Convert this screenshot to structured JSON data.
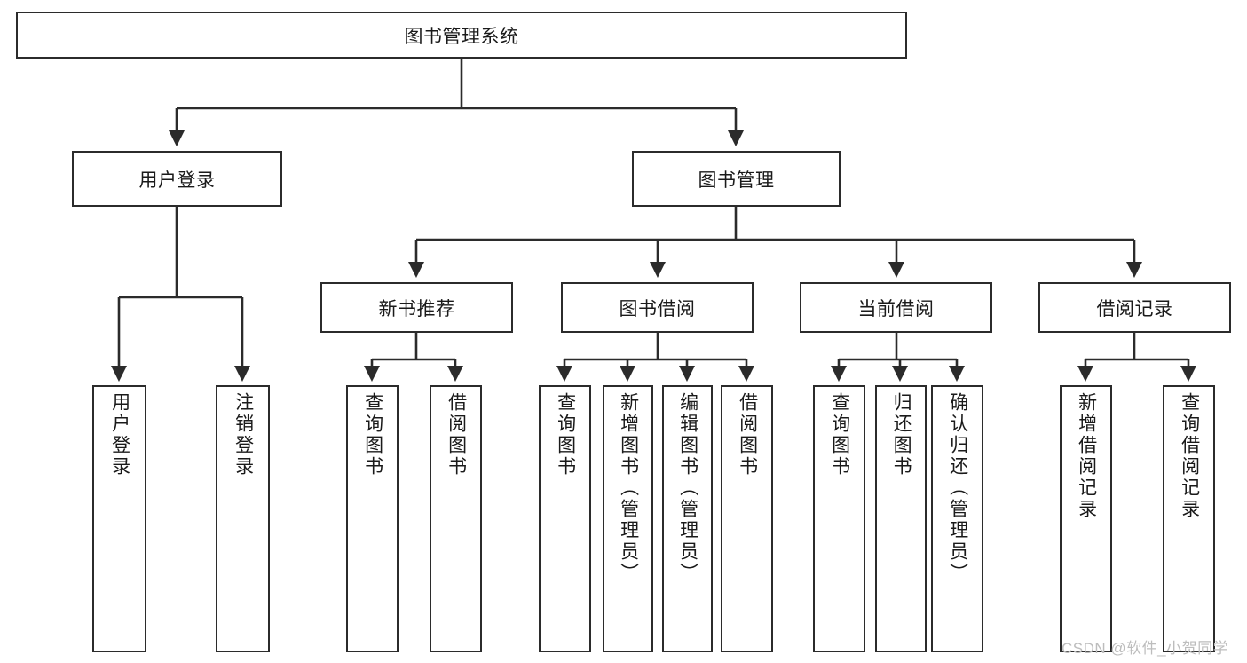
{
  "diagram": {
    "type": "hierarchy-tree",
    "title": "图书管理系统",
    "root": {
      "label": "图书管理系统"
    },
    "level2": [
      {
        "label": "用户登录"
      },
      {
        "label": "图书管理"
      }
    ],
    "level3": [
      {
        "label": "新书推荐"
      },
      {
        "label": "图书借阅"
      },
      {
        "label": "当前借阅"
      },
      {
        "label": "借阅记录"
      }
    ],
    "leaves": {
      "user_login": [
        {
          "label": "用户登录"
        },
        {
          "label": "注销登录"
        }
      ],
      "new_book_recommend": [
        {
          "label": "查询图书"
        },
        {
          "label": "借阅图书"
        }
      ],
      "book_borrow": [
        {
          "label": "查询图书"
        },
        {
          "label": "新增图书（管理员）"
        },
        {
          "label": "编辑图书（管理员）"
        },
        {
          "label": "借阅图书"
        }
      ],
      "current_borrow": [
        {
          "label": "查询图书"
        },
        {
          "label": "归还图书"
        },
        {
          "label": "确认归还（管理员）"
        }
      ],
      "borrow_record": [
        {
          "label": "新增借阅记录"
        },
        {
          "label": "查询借阅记录"
        }
      ]
    }
  },
  "watermark": {
    "text": "CSDN @软件_小贺同学"
  },
  "colors": {
    "stroke": "#2b2b2b",
    "box_fill": "#ffffff",
    "text": "#1a1a1a",
    "watermark": "#bdbdbd",
    "background": "#ffffff"
  }
}
